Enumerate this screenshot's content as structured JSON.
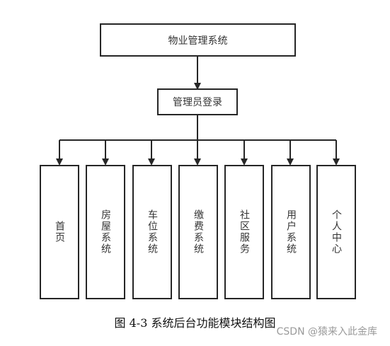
{
  "diagram": {
    "root": "物业管理系统",
    "login": "管理员登录",
    "modules": [
      "首页",
      "房屋系统",
      "车位系统",
      "缴费系统",
      "社区服务",
      "用户系统",
      "个人中心"
    ],
    "colors": {
      "border": "#262626",
      "connector": "#262626",
      "text": "#333333"
    }
  },
  "caption": "图 4-3 系统后台功能模块结构图",
  "watermark": "CSDN @猿来入此金库"
}
